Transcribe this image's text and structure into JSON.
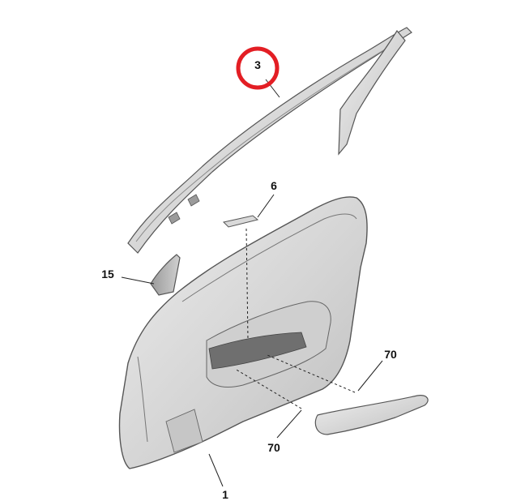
{
  "diagram": {
    "callouts": [
      {
        "id": "c1",
        "label": "1"
      },
      {
        "id": "c3",
        "label": "3"
      },
      {
        "id": "c6",
        "label": "6"
      },
      {
        "id": "c15",
        "label": "15"
      },
      {
        "id": "c70a",
        "label": "70"
      },
      {
        "id": "c70b",
        "label": "70"
      }
    ],
    "highlight_color": "#e31e24",
    "part_fill": "#d9d9d9",
    "part_stroke": "#555555"
  }
}
